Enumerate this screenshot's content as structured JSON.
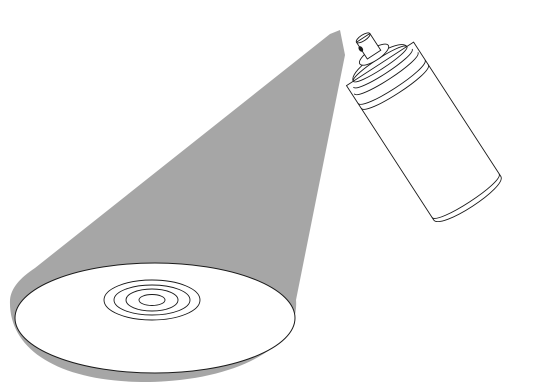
{
  "illustration": {
    "subjects": [
      "spray-can",
      "spray-cone",
      "compact-disc"
    ],
    "colors": {
      "background": "#ffffff",
      "outline": "#1a1a1a",
      "spray": "#a6a6a6",
      "disc_face": "#ffffff",
      "can_body": "#ffffff"
    }
  }
}
